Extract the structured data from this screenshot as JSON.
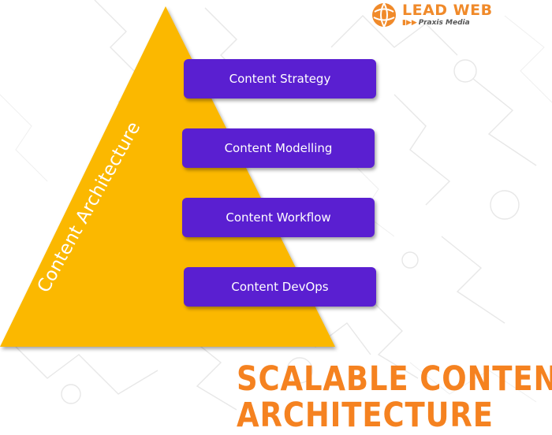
{
  "logo": {
    "name": "LEAD WEB",
    "tagline": "Praxis Media",
    "brand_color": "#f08a2a"
  },
  "pyramid": {
    "label": "Content Architecture",
    "color": "#fbb800"
  },
  "layers": [
    {
      "label": "Content Strategy"
    },
    {
      "label": "Content Modelling"
    },
    {
      "label": "Content Workflow"
    },
    {
      "label": "Content DevOps"
    }
  ],
  "layer_color": "#5a1fd1",
  "title": {
    "line1": "SCALABLE CONTENT",
    "line2": "ARCHITECTURE",
    "color": "#f58220"
  }
}
